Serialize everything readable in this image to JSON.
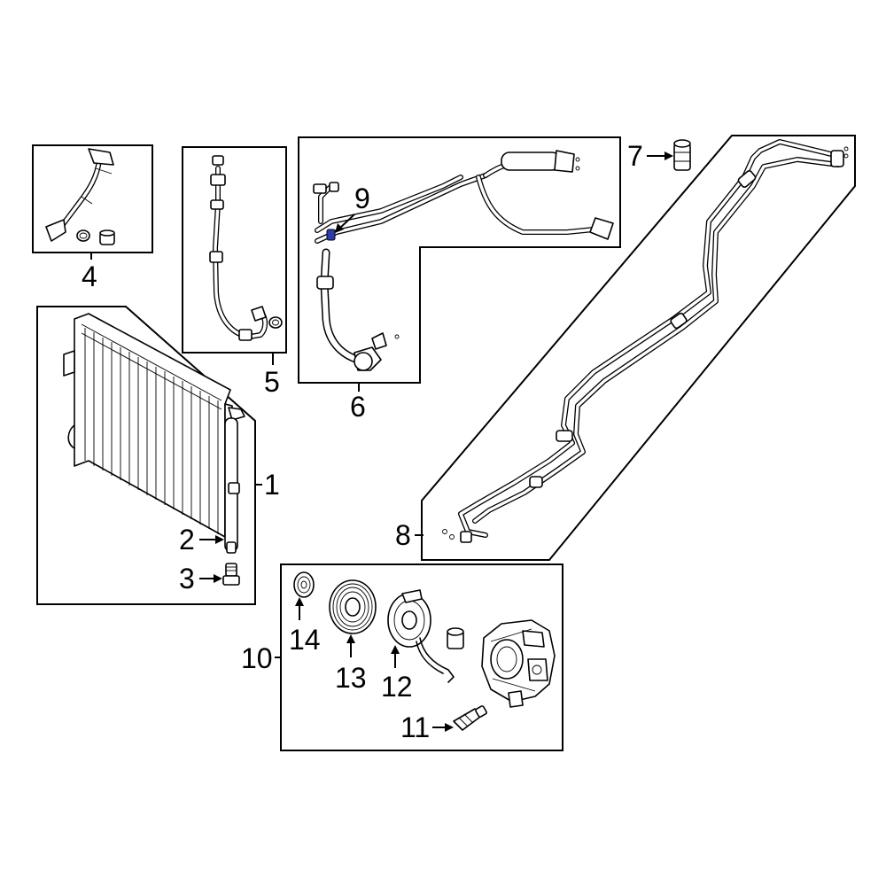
{
  "callouts": {
    "c1": "1",
    "c2": "2",
    "c3": "3",
    "c4": "4",
    "c5": "5",
    "c6": "6",
    "c7": "7",
    "c8": "8",
    "c9": "9",
    "c10": "10",
    "c11": "11",
    "c12": "12",
    "c13": "13",
    "c14": "14"
  },
  "colors": {
    "line": "#000000",
    "background": "#ffffff",
    "highlight_part": "#2a3bb0"
  }
}
